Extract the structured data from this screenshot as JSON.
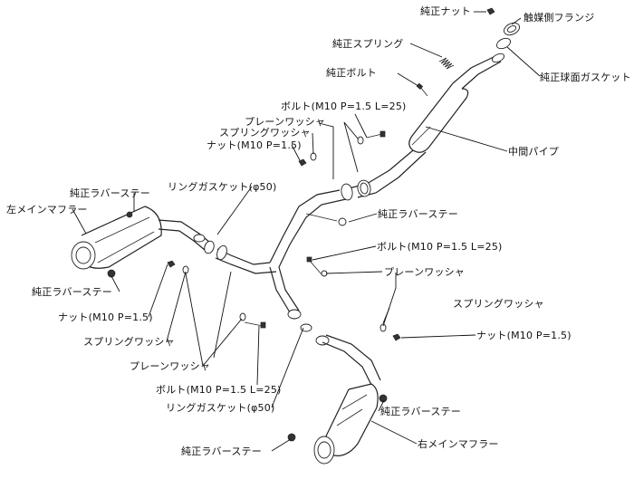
{
  "labels": {
    "oem_nut": "純正ナット",
    "cat_flange": "触媒側フランジ",
    "oem_spring": "純正スプリング",
    "oem_spherical_gasket": "純正球面ガスケット",
    "oem_bolt": "純正ボルト",
    "bolt_top": "ボルト(M10 P=1.5 L=25)",
    "plain_washer_top": "プレーンワッシャ",
    "spring_washer_top": "スプリングワッシャ",
    "nut_top": "ナット(M10 P=1.5)",
    "mid_pipe": "中間パイプ",
    "ring_gasket_top": "リングガスケット(φ50)",
    "oem_rubber_stay_top_left": "純正ラバーステー",
    "left_main_muffler": "左メインマフラー",
    "oem_rubber_stay_center": "純正ラバーステー",
    "bolt_right": "ボルト(M10 P=1.5 L=25)",
    "plain_washer_right": "プレーンワッシャ",
    "oem_rubber_stay_left_bottom": "純正ラバーステー",
    "spring_washer_right": "スプリングワッシャ",
    "nut_left": "ナット(M10 P=1.5)",
    "nut_right": "ナット(M10 P=1.5)",
    "spring_washer_left": "スプリングワッシャ",
    "plain_washer_left": "プレーンワッシャ",
    "bolt_bottom": "ボルト(M10 P=1.5 L=25)",
    "oem_rubber_stay_right": "純正ラバーステー",
    "ring_gasket_bottom": "リングガスケット(φ50)",
    "right_main_muffler": "右メインマフラー",
    "oem_rubber_stay_bottom": "純正ラバーステー"
  }
}
